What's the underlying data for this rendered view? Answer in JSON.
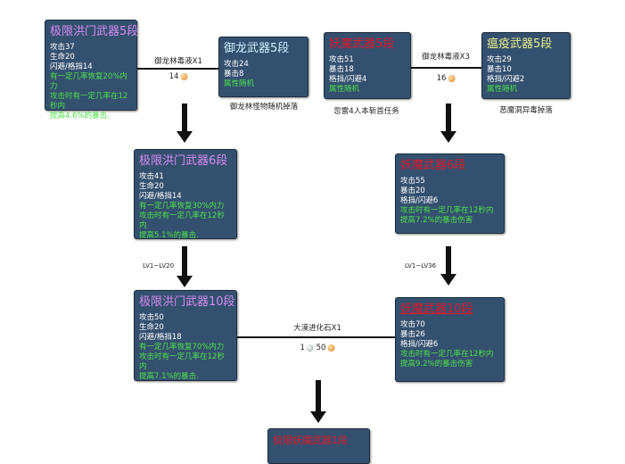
{
  "boxes": {
    "a": {
      "title": "极限洪门武器5段",
      "stats": [
        "攻击37",
        "生命20",
        "闪避/格挡14"
      ],
      "effects": [
        "有一定几率恢复20%内力",
        "攻击时有一定几率在12秒内",
        "提高4.6%的暴击."
      ]
    },
    "b": {
      "title": "御龙武器5段",
      "stats": [
        "攻击24",
        "暴击8"
      ],
      "effects": [
        "属性随机"
      ]
    },
    "c": {
      "title": "妖魔武器5段",
      "stats": [
        "攻击51",
        "暴击18",
        "格挡/闪避4"
      ],
      "effects": [
        "属性随机"
      ]
    },
    "d": {
      "title": "瘟疫武器5段",
      "stats": [
        "攻击29",
        "暴击10",
        "格挡/闪避2"
      ],
      "effects": [
        "属性随机"
      ]
    },
    "e": {
      "title": "极限洪门武器6段",
      "stats": [
        "攻击41",
        "生命20",
        "闪避/格挡14"
      ],
      "effects": [
        "有一定几率恢复30%内力",
        "攻击时有一定几率在12秒内",
        "提高5.1%的暴击."
      ]
    },
    "f": {
      "title": "妖魔武器6段",
      "stats": [
        "攻击55",
        "暴击20",
        "格挡/闪避6"
      ],
      "effects": [
        "攻击时有一定几率在12秒内",
        "提高7.2%的暴击伤害"
      ]
    },
    "g": {
      "title": "极限洪门武器10段",
      "stats": [
        "攻击50",
        "生命20",
        "闪避/格挡18"
      ],
      "effects": [
        "有一定几率恢复70%内力",
        "攻击时有一定几率在12秒内",
        "提高7.1%的暴击."
      ]
    },
    "h": {
      "title": "妖魔武器10段",
      "stats": [
        "攻击70",
        "暴击26",
        "格挡/闪避6"
      ],
      "effects": [
        "攻击时有一定几率在12秒内",
        "提高9.2%的暴击伤害"
      ]
    },
    "i": {
      "title": "极限妖魔武器1段"
    }
  },
  "links": {
    "ab": {
      "item": "御龙林毒液X1",
      "cost": "14"
    },
    "cd": {
      "item": "御龙林毒液X3",
      "cost": "16"
    },
    "gh": {
      "item": "大漠进化石X1",
      "silver": "1",
      "gold": "50"
    }
  },
  "sources": {
    "b": "御龙林怪物随机掉落",
    "c": "忽雷4人本斩首任务",
    "d": "恶魔洞异毒掉落"
  },
  "levels": {
    "left": "LV1~LV20",
    "right": "LV1~LV36"
  },
  "colors": {
    "box_bg": "#34506f",
    "effect_green": "#4ce04a",
    "title_red": "#e0182a",
    "title_purple": "#d58cf0"
  }
}
